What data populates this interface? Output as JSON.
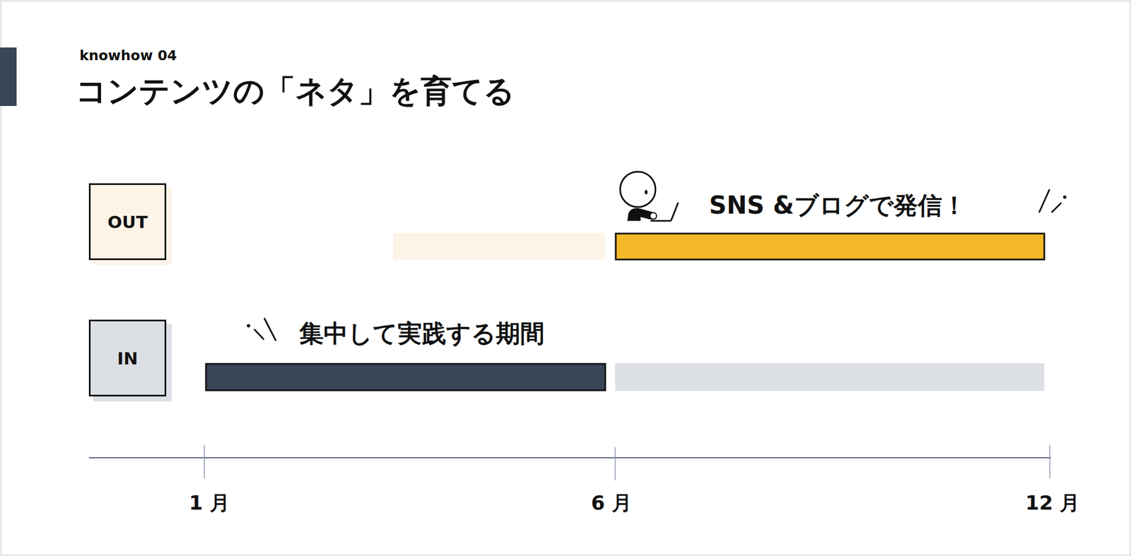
{
  "diagram": {
    "title": "コンテンツの「ネタ」を育てる",
    "nodes": [
      {
        "text": [
          "OUT"
        ]
      },
      {
        "text": [
          "IN"
        ]
      }
    ],
    "edges": [],
    "labels": [
      "knowhow 04",
      "SNS &ブログで発信！",
      "集中して実践する期間",
      "1 月",
      "6 月",
      "12 月"
    ]
  }
}
